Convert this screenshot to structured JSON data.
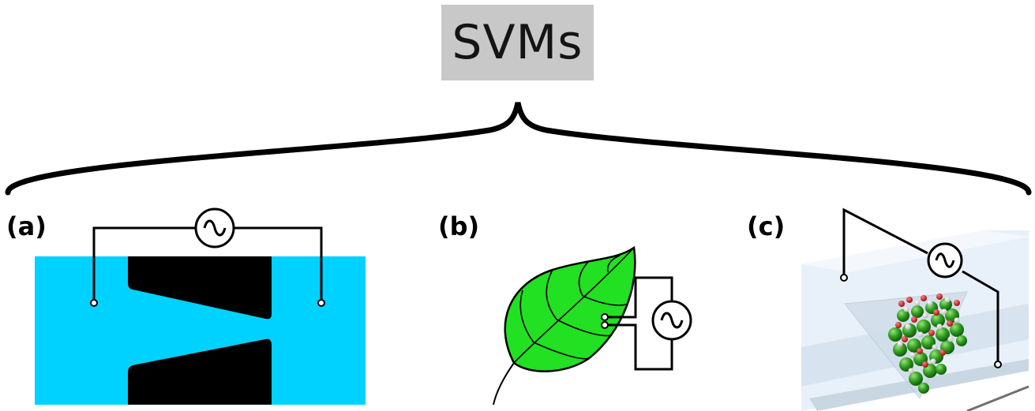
{
  "title": "SVMs",
  "panels": [
    {
      "label": "(a)"
    },
    {
      "label": "(b)"
    },
    {
      "label": "(c)"
    }
  ],
  "colors": {
    "water": "#00d2ff",
    "leaf": "#22e022",
    "title_bg": "#c8c8c8",
    "sphere_green": "#2e9e1e",
    "sphere_red": "#d02020"
  }
}
